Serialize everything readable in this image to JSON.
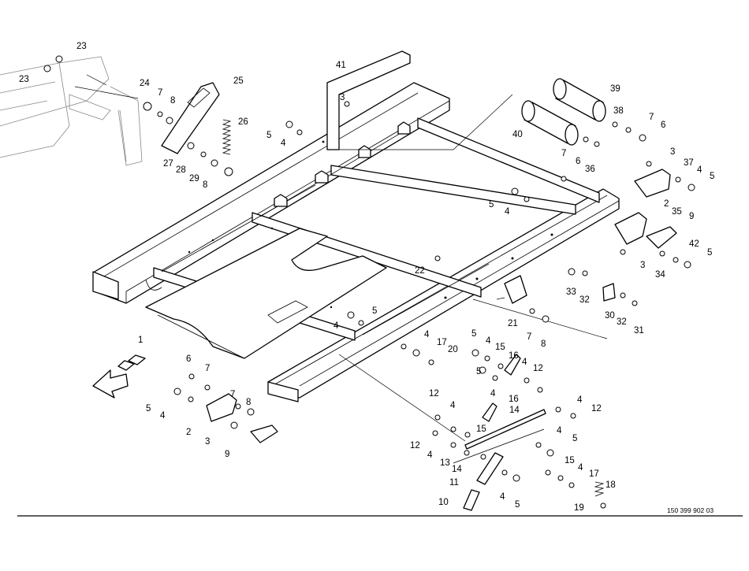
{
  "drawing": {
    "number": "150 399 902 03"
  },
  "callouts": [
    {
      "n": "23"
    },
    {
      "n": "23"
    },
    {
      "n": "24"
    },
    {
      "n": "7"
    },
    {
      "n": "8"
    },
    {
      "n": "25"
    },
    {
      "n": "26"
    },
    {
      "n": "27"
    },
    {
      "n": "28"
    },
    {
      "n": "29"
    },
    {
      "n": "8"
    },
    {
      "n": "41"
    },
    {
      "n": "3"
    },
    {
      "n": "5"
    },
    {
      "n": "4"
    },
    {
      "n": "39"
    },
    {
      "n": "40"
    },
    {
      "n": "38"
    },
    {
      "n": "7"
    },
    {
      "n": "6"
    },
    {
      "n": "7"
    },
    {
      "n": "6"
    },
    {
      "n": "3"
    },
    {
      "n": "37"
    },
    {
      "n": "4"
    },
    {
      "n": "5"
    },
    {
      "n": "36"
    },
    {
      "n": "5"
    },
    {
      "n": "4"
    },
    {
      "n": "2"
    },
    {
      "n": "9"
    },
    {
      "n": "35"
    },
    {
      "n": "42"
    },
    {
      "n": "5"
    },
    {
      "n": "3"
    },
    {
      "n": "34"
    },
    {
      "n": "22"
    },
    {
      "n": "33"
    },
    {
      "n": "32"
    },
    {
      "n": "30"
    },
    {
      "n": "32"
    },
    {
      "n": "31"
    },
    {
      "n": "21"
    },
    {
      "n": "7"
    },
    {
      "n": "8"
    },
    {
      "n": "5"
    },
    {
      "n": "4"
    },
    {
      "n": "1"
    },
    {
      "n": "4"
    },
    {
      "n": "17"
    },
    {
      "n": "20"
    },
    {
      "n": "5"
    },
    {
      "n": "4"
    },
    {
      "n": "15"
    },
    {
      "n": "16"
    },
    {
      "n": "4"
    },
    {
      "n": "12"
    },
    {
      "n": "5"
    },
    {
      "n": "4"
    },
    {
      "n": "16"
    },
    {
      "n": "14"
    },
    {
      "n": "4"
    },
    {
      "n": "12"
    },
    {
      "n": "12"
    },
    {
      "n": "4"
    },
    {
      "n": "15"
    },
    {
      "n": "12"
    },
    {
      "n": "4"
    },
    {
      "n": "13"
    },
    {
      "n": "14"
    },
    {
      "n": "4"
    },
    {
      "n": "5"
    },
    {
      "n": "15"
    },
    {
      "n": "4"
    },
    {
      "n": "11"
    },
    {
      "n": "4"
    },
    {
      "n": "5"
    },
    {
      "n": "17"
    },
    {
      "n": "18"
    },
    {
      "n": "10"
    },
    {
      "n": "19"
    },
    {
      "n": "6"
    },
    {
      "n": "7"
    },
    {
      "n": "5"
    },
    {
      "n": "4"
    },
    {
      "n": "7"
    },
    {
      "n": "8"
    },
    {
      "n": "2"
    },
    {
      "n": "3"
    },
    {
      "n": "9"
    }
  ]
}
